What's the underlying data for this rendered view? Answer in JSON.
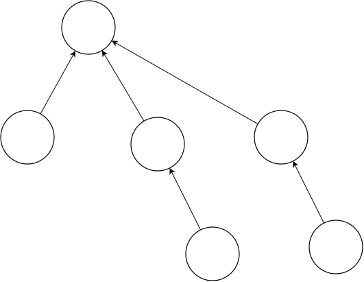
{
  "diagram": {
    "kind": "tree",
    "colors": {
      "background": "#ffffff",
      "stroke": "#000000",
      "node_fill": "#ffffff"
    },
    "nodes": [
      {
        "id": "root",
        "label": ""
      },
      {
        "id": "left-child",
        "label": ""
      },
      {
        "id": "middle-child",
        "label": ""
      },
      {
        "id": "right-child",
        "label": ""
      },
      {
        "id": "middle-grandchild",
        "label": ""
      },
      {
        "id": "right-grandchild",
        "label": ""
      }
    ],
    "edges": [
      {
        "from": "left-child",
        "to": "root",
        "direction": "child-to-parent"
      },
      {
        "from": "middle-child",
        "to": "root",
        "direction": "child-to-parent"
      },
      {
        "from": "right-child",
        "to": "root",
        "direction": "child-to-parent"
      },
      {
        "from": "middle-grandchild",
        "to": "middle-child",
        "direction": "child-to-parent"
      },
      {
        "from": "right-grandchild",
        "to": "right-child",
        "direction": "child-to-parent"
      }
    ]
  }
}
